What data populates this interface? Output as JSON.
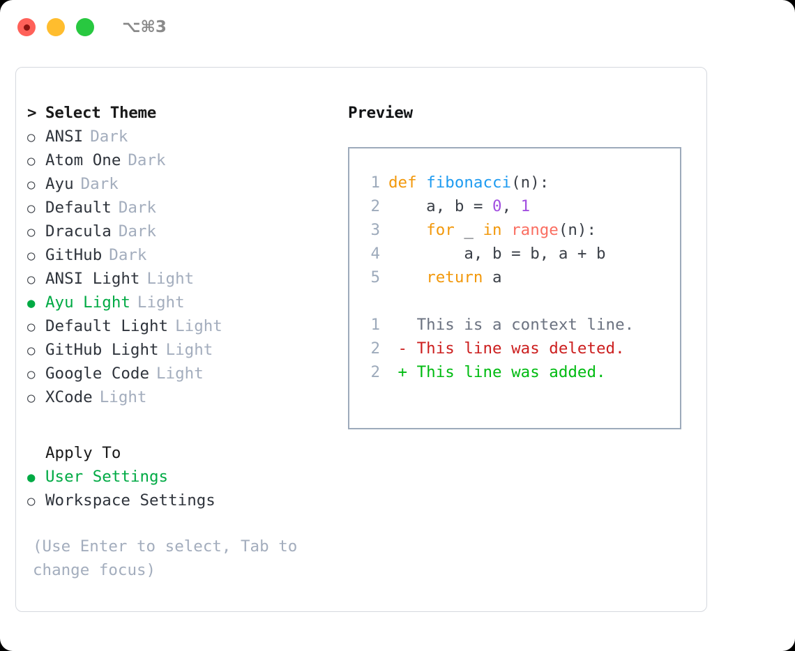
{
  "titlebar": {
    "shortcut": "⌥⌘3",
    "lights": [
      "close-red",
      "minimize-yellow",
      "maximize-green"
    ]
  },
  "theme_picker": {
    "header": {
      "caret": ">",
      "label": "Select Theme"
    },
    "bullet_unselected": "○",
    "bullet_selected": "●",
    "items": [
      {
        "name": "ANSI",
        "tag": "Dark",
        "selected": false
      },
      {
        "name": "Atom One",
        "tag": "Dark",
        "selected": false
      },
      {
        "name": "Ayu",
        "tag": "Dark",
        "selected": false
      },
      {
        "name": "Default",
        "tag": "Dark",
        "selected": false
      },
      {
        "name": "Dracula",
        "tag": "Dark",
        "selected": false
      },
      {
        "name": "GitHub",
        "tag": "Dark",
        "selected": false
      },
      {
        "name": "ANSI Light",
        "tag": "Light",
        "selected": false
      },
      {
        "name": "Ayu Light",
        "tag": "Light",
        "selected": true
      },
      {
        "name": "Default Light",
        "tag": "Light",
        "selected": false
      },
      {
        "name": "GitHub Light",
        "tag": "Light",
        "selected": false
      },
      {
        "name": "Google Code",
        "tag": "Light",
        "selected": false
      },
      {
        "name": "XCode",
        "tag": "Light",
        "selected": false
      }
    ]
  },
  "apply_to": {
    "header": "Apply To",
    "items": [
      {
        "name": "User Settings",
        "selected": true
      },
      {
        "name": "Workspace Settings",
        "selected": false
      }
    ]
  },
  "hint": "(Use Enter to select, Tab to change focus)",
  "preview": {
    "title": "Preview",
    "code_lines": [
      {
        "no": "1",
        "tokens": [
          {
            "t": "def ",
            "c": "kw"
          },
          {
            "t": "fibonacci",
            "c": "fn"
          },
          {
            "t": "(n):",
            "c": "punct"
          }
        ]
      },
      {
        "no": "2",
        "tokens": [
          {
            "t": "    a, b = ",
            "c": "txt"
          },
          {
            "t": "0",
            "c": "num"
          },
          {
            "t": ", ",
            "c": "txt"
          },
          {
            "t": "1",
            "c": "num"
          }
        ]
      },
      {
        "no": "3",
        "tokens": [
          {
            "t": "    ",
            "c": "txt"
          },
          {
            "t": "for",
            "c": "kw"
          },
          {
            "t": " _ ",
            "c": "txt"
          },
          {
            "t": "in",
            "c": "kw"
          },
          {
            "t": " ",
            "c": "txt"
          },
          {
            "t": "range",
            "c": "call"
          },
          {
            "t": "(n):",
            "c": "punct"
          }
        ]
      },
      {
        "no": "4",
        "tokens": [
          {
            "t": "        a, b = b, a + b",
            "c": "txt"
          }
        ]
      },
      {
        "no": "5",
        "tokens": [
          {
            "t": "    ",
            "c": "txt"
          },
          {
            "t": "return",
            "c": "kw"
          },
          {
            "t": " a",
            "c": "txt"
          }
        ]
      }
    ],
    "diff_lines": [
      {
        "no": "1",
        "sign": " ",
        "text": "This is a context line.",
        "kind": "ctx"
      },
      {
        "no": "2",
        "sign": "-",
        "text": "This line was deleted.",
        "kind": "del"
      },
      {
        "no": "2",
        "sign": "+",
        "text": "This line was added.",
        "kind": "add"
      }
    ]
  },
  "colors": {
    "accent_green": "#00aa44",
    "muted": "#a3adbd",
    "keyword": "#f2980b",
    "function": "#1e9bf0",
    "number": "#a24fe0",
    "call": "#fa6e61",
    "diff_delete": "#cc1f1f",
    "diff_add": "#00bb11",
    "border": "#9daabb"
  }
}
